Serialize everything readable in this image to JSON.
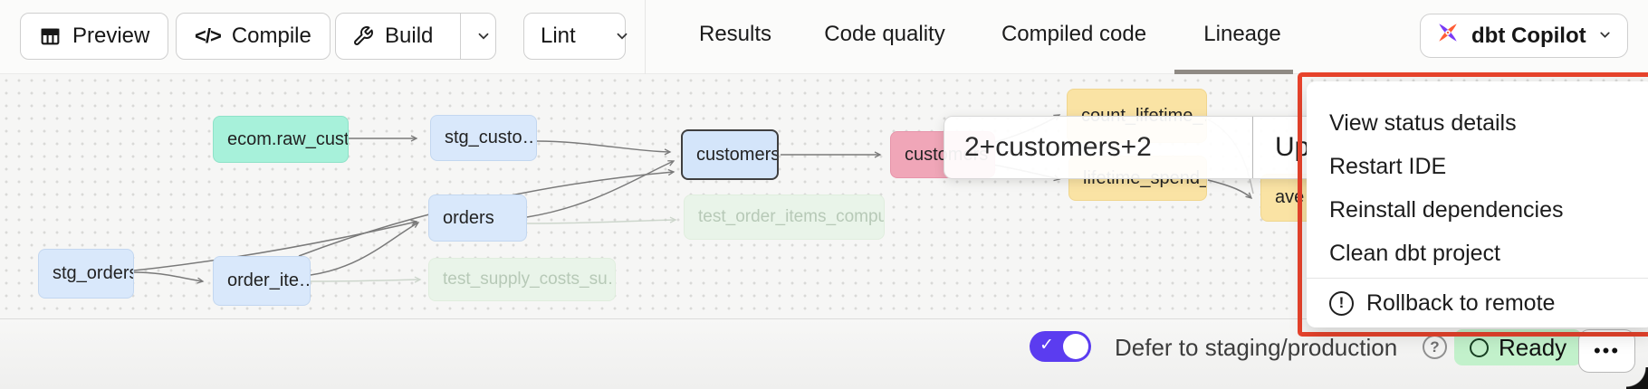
{
  "toolbar": {
    "preview_label": "Preview",
    "compile_label": "Compile",
    "build_label": "Build",
    "lint_label": "Lint"
  },
  "icons": {
    "compile_glyph": "</>",
    "ellipsis_glyph": "•••",
    "help_glyph": "?",
    "warning_glyph": "!",
    "check_glyph": "✓"
  },
  "tabs": [
    {
      "label": "Results",
      "active": false
    },
    {
      "label": "Code quality",
      "active": false
    },
    {
      "label": "Compiled code",
      "active": false
    },
    {
      "label": "Lineage",
      "active": true
    }
  ],
  "copilot": {
    "label": "dbt Copilot"
  },
  "menu": {
    "items": [
      "View status details",
      "Restart IDE",
      "Reinstall dependencies",
      "Clean dbt project"
    ],
    "danger_item": "Rollback to remote"
  },
  "lineage_selector": {
    "value": "2+customers+2",
    "update_button_visible_text": "Up"
  },
  "graph": {
    "nodes": [
      {
        "label": "ecom.raw_cust…",
        "type": "source"
      },
      {
        "label": "stg_custo…",
        "type": "model"
      },
      {
        "label": "customers",
        "type": "model-selected"
      },
      {
        "label": "orders",
        "type": "model"
      },
      {
        "label": "stg_orders",
        "type": "model"
      },
      {
        "label": "order_ite…",
        "type": "model"
      },
      {
        "label": "test_order_items_comput…",
        "type": "test"
      },
      {
        "label": "test_supply_costs_su…",
        "type": "test"
      },
      {
        "label": "customers",
        "type": "highlight-pink"
      },
      {
        "label": "count_lifetime_…",
        "type": "metric-yellow"
      },
      {
        "label": "lifetime_spend_…",
        "type": "metric-yellow"
      },
      {
        "label": "ave",
        "type": "metric-yellow"
      }
    ],
    "edges": [
      {
        "from": "ecom.raw_cust…",
        "to": "stg_custo…"
      },
      {
        "from": "stg_custo…",
        "to": "customers"
      },
      {
        "from": "stg_orders",
        "to": "order_ite…"
      },
      {
        "from": "stg_orders",
        "to": "orders"
      },
      {
        "from": "order_ite…",
        "to": "orders"
      },
      {
        "from": "order_ite…",
        "to": "customers"
      },
      {
        "from": "orders",
        "to": "customers"
      },
      {
        "from": "orders",
        "to": "test_order_items_comput…"
      },
      {
        "from": "order_ite…",
        "to": "test_supply_costs_su…"
      },
      {
        "from": "customers",
        "to": "customers (pink)"
      },
      {
        "from": "customers (pink)",
        "to": "count_lifetime_…"
      },
      {
        "from": "customers (pink)",
        "to": "lifetime_spend_…"
      },
      {
        "from": "lifetime_spend_…",
        "to": "ave"
      }
    ]
  },
  "statusbar": {
    "defer_label": "Defer to staging/production",
    "ready_label": "Ready"
  },
  "colors": {
    "accent_purple": "#5b3cf0",
    "annotation_red": "#e8432c",
    "ready_green_bg": "#c2f1cb",
    "node_teal": "#a7f1da",
    "node_blue": "#d9e8fb",
    "node_pink": "#f0a6b8",
    "node_yellow": "#fae3a4",
    "node_test_green": "#e9f4e9",
    "selected_node_border": "#3f3f3f",
    "copilot_orange": "#ff5c35",
    "copilot_purple": "#7a3bf5"
  }
}
